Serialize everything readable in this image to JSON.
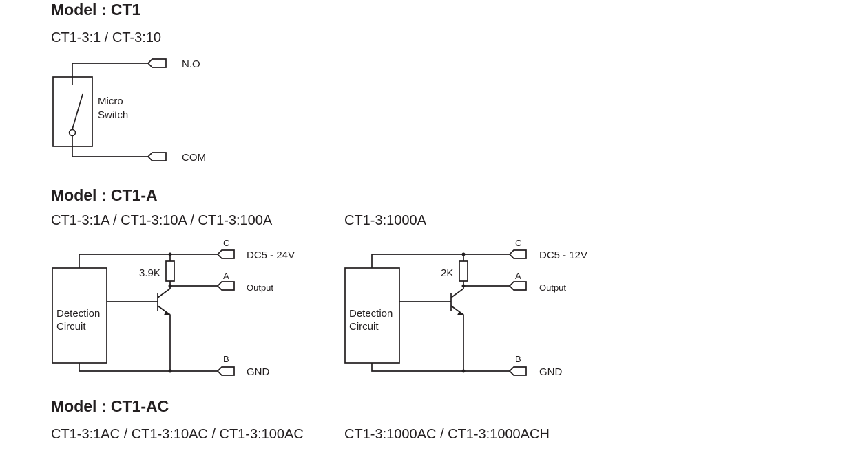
{
  "sections": {
    "ct1": {
      "heading": "Model : CT1",
      "variants": "CT1-3:1 / CT-3:10",
      "switch_label_line1": "Micro",
      "switch_label_line2": "Switch",
      "terminal_no": "N.O",
      "terminal_com": "COM"
    },
    "ct1a": {
      "heading": "Model : CT1-A",
      "left": {
        "variants": "CT1-3:1A / CT1-3:10A / CT1-3:100A",
        "resistor": "3.9K",
        "supply": "DC5 - 24V",
        "output": "Output",
        "gnd": "GND",
        "pin_c": "C",
        "pin_a": "A",
        "pin_b": "B",
        "block_line1": "Detection",
        "block_line2": "Circuit"
      },
      "right": {
        "variants": "CT1-3:1000A",
        "resistor": "2K",
        "supply": "DC5 - 12V",
        "output": "Output",
        "gnd": "GND",
        "pin_c": "C",
        "pin_a": "A",
        "pin_b": "B",
        "block_line1": "Detection",
        "block_line2": "Circuit"
      }
    },
    "ct1ac": {
      "heading": "Model : CT1-AC",
      "left_variants": "CT1-3:1AC / CT1-3:10AC / CT1-3:100AC",
      "right_variants": "CT1-3:1000AC / CT1-3:1000ACH"
    }
  }
}
